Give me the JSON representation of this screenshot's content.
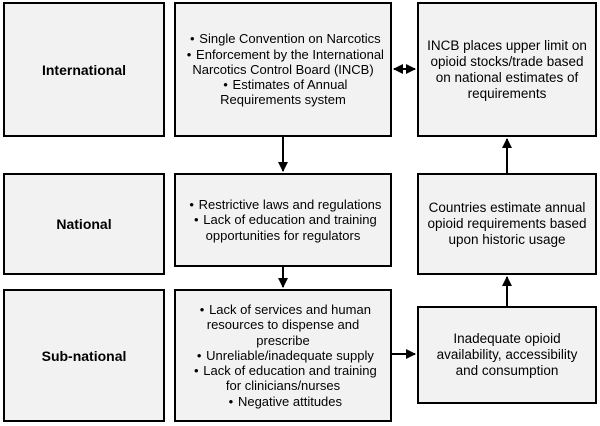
{
  "levels": {
    "international": "International",
    "national": "National",
    "subnational": "Sub-national"
  },
  "middle": {
    "international": [
      "Single Convention on Narcotics",
      "Enforcement by the International Narcotics Control Board (INCB)",
      "Estimates of Annual Requirements system"
    ],
    "national": [
      "Restrictive laws and regulations",
      "Lack of education and training opportunities for regulators"
    ],
    "subnational": [
      "Lack of services and human resources to dispense and prescribe",
      "Unreliable/inadequate supply",
      "Lack of education and training for clinicians/nurses",
      "Negative attitudes"
    ]
  },
  "right": {
    "international": "INCB places upper limit on opioid stocks/trade based on national estimates of requirements",
    "national": "Countries estimate annual opioid requirements based upon historic usage",
    "subnational": "Inadequate opioid availability, accessibility and consumption"
  }
}
